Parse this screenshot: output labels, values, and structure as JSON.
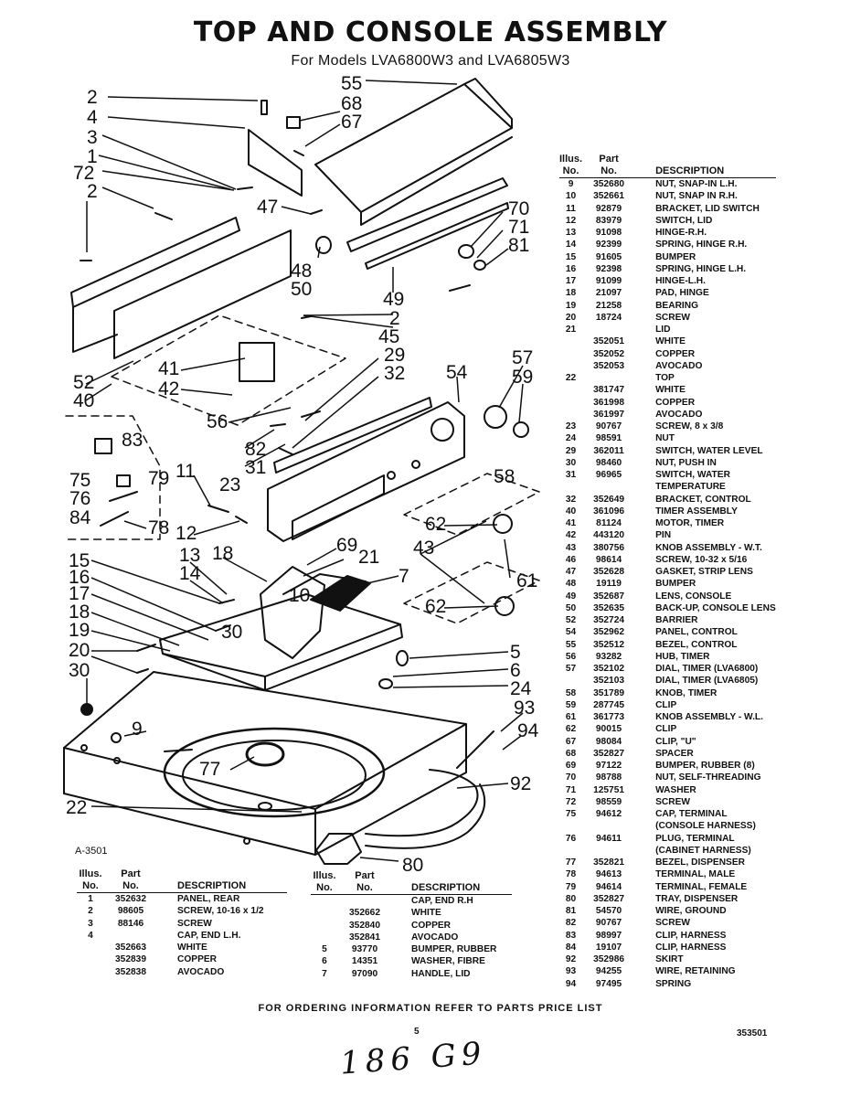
{
  "title": "TOP AND CONSOLE ASSEMBLY",
  "subtitle": "For Models LVA6800W3 and LVA6805W3",
  "figure_id": "A-3501",
  "footer_note": "FOR ORDERING INFORMATION REFER TO PARTS PRICE LIST",
  "page_number": "5",
  "doc_number": "353501",
  "handwritten": "186 G9",
  "diagram_labels": [
    "2",
    "4",
    "3",
    "1",
    "72",
    "2",
    "55",
    "68",
    "67",
    "47",
    "48",
    "50",
    "70",
    "71",
    "81",
    "49",
    "2",
    "45",
    "29",
    "32",
    "54",
    "57",
    "59",
    "58",
    "52",
    "40",
    "41",
    "42",
    "56",
    "83",
    "75",
    "76",
    "84",
    "79",
    "78",
    "11",
    "23",
    "12",
    "82",
    "31",
    "62",
    "43",
    "61",
    "62",
    "15",
    "16",
    "17",
    "18",
    "19",
    "20",
    "30",
    "13",
    "14",
    "18",
    "69",
    "21",
    "7",
    "10",
    "30",
    "5",
    "6",
    "24",
    "9",
    "93",
    "94",
    "77",
    "92",
    "22",
    "80"
  ],
  "parts_table_headers": {
    "illus_line1": "Illus.",
    "illus_line2": "No.",
    "part_line1": "Part",
    "part_line2": "No.",
    "description": "DESCRIPTION"
  },
  "parts_table_headers_lower": {
    "illus_line1": "Illus.",
    "illus_line2": "No.",
    "part_line1": "Part",
    "part_line2": "No.",
    "description": "DESCRIPTION"
  },
  "parts_table_headers_middle": {
    "illus_line1": "Illus.",
    "illus_line2": "No.",
    "part_line1": "Part",
    "part_line2": "No.",
    "description": "DESCRIPTION"
  },
  "parts_right": [
    [
      "9",
      "352680",
      "NUT, SNAP-IN L.H."
    ],
    [
      "10",
      "352661",
      "NUT, SNAP IN R.H."
    ],
    [
      "11",
      "92879",
      "BRACKET, LID SWITCH"
    ],
    [
      "12",
      "83979",
      "SWITCH, LID"
    ],
    [
      "13",
      "91098",
      "HINGE-R.H."
    ],
    [
      "14",
      "92399",
      "SPRING, HINGE R.H."
    ],
    [
      "15",
      "91605",
      "BUMPER"
    ],
    [
      "16",
      "92398",
      "SPRING, HINGE L.H."
    ],
    [
      "17",
      "91099",
      "HINGE-L.H."
    ],
    [
      "18",
      "21097",
      "PAD, HINGE"
    ],
    [
      "19",
      "21258",
      "BEARING"
    ],
    [
      "20",
      "18724",
      "SCREW"
    ],
    [
      "21",
      "",
      "LID"
    ],
    [
      "",
      "352051",
      "WHITE"
    ],
    [
      "",
      "352052",
      "COPPER"
    ],
    [
      "",
      "352053",
      "AVOCADO"
    ],
    [
      "22",
      "",
      "TOP"
    ],
    [
      "",
      "381747",
      "WHITE"
    ],
    [
      "",
      "361998",
      "COPPER"
    ],
    [
      "",
      "361997",
      "AVOCADO"
    ],
    [
      "23",
      "90767",
      "SCREW, 8 x 3/8"
    ],
    [
      "24",
      "98591",
      "NUT"
    ],
    [
      "29",
      "362011",
      "SWITCH, WATER LEVEL"
    ],
    [
      "30",
      "98460",
      "NUT, PUSH IN"
    ],
    [
      "31",
      "96965",
      "SWITCH, WATER"
    ],
    [
      "",
      "",
      "TEMPERATURE"
    ],
    [
      "32",
      "352649",
      "BRACKET, CONTROL"
    ],
    [
      "40",
      "361096",
      "TIMER ASSEMBLY"
    ],
    [
      "41",
      "81124",
      "MOTOR, TIMER"
    ],
    [
      "42",
      "443120",
      "PIN"
    ],
    [
      "43",
      "380756",
      "KNOB ASSEMBLY - W.T."
    ],
    [
      "46",
      "98614",
      "SCREW, 10-32 x 5/16"
    ],
    [
      "47",
      "352628",
      "GASKET, STRIP LENS"
    ],
    [
      "48",
      "19119",
      "BUMPER"
    ],
    [
      "49",
      "352687",
      "LENS, CONSOLE"
    ],
    [
      "50",
      "352635",
      "BACK-UP, CONSOLE LENS"
    ],
    [
      "52",
      "352724",
      "BARRIER"
    ],
    [
      "54",
      "352962",
      "PANEL, CONTROL"
    ],
    [
      "55",
      "352512",
      "BEZEL, CONTROL"
    ],
    [
      "56",
      "93282",
      "HUB, TIMER"
    ],
    [
      "57",
      "352102",
      "DIAL, TIMER (LVA6800)"
    ],
    [
      "",
      "352103",
      "DIAL, TIMER (LVA6805)"
    ],
    [
      "58",
      "351789",
      "KNOB, TIMER"
    ],
    [
      "59",
      "287745",
      "CLIP"
    ],
    [
      "61",
      "361773",
      "KNOB ASSEMBLY - W.L."
    ],
    [
      "62",
      "90015",
      "CLIP"
    ],
    [
      "67",
      "98084",
      "CLIP, \"U\""
    ],
    [
      "68",
      "352827",
      "SPACER"
    ],
    [
      "69",
      "97122",
      "BUMPER, RUBBER (8)"
    ],
    [
      "70",
      "98788",
      "NUT, SELF-THREADING"
    ],
    [
      "71",
      "125751",
      "WASHER"
    ],
    [
      "72",
      "98559",
      "SCREW"
    ],
    [
      "75",
      "94612",
      "CAP, TERMINAL"
    ],
    [
      "",
      "",
      "(CONSOLE HARNESS)"
    ],
    [
      "76",
      "94611",
      "PLUG, TERMINAL"
    ],
    [
      "",
      "",
      "(CABINET HARNESS)"
    ],
    [
      "77",
      "352821",
      "BEZEL, DISPENSER"
    ],
    [
      "78",
      "94613",
      "TERMINAL, MALE"
    ],
    [
      "79",
      "94614",
      "TERMINAL, FEMALE"
    ],
    [
      "80",
      "352827",
      "TRAY, DISPENSER"
    ],
    [
      "81",
      "54570",
      "WIRE, GROUND"
    ],
    [
      "82",
      "90767",
      "SCREW"
    ],
    [
      "83",
      "98997",
      "CLIP, HARNESS"
    ],
    [
      "84",
      "19107",
      "CLIP, HARNESS"
    ],
    [
      "92",
      "352986",
      "SKIRT"
    ],
    [
      "93",
      "94255",
      "WIRE, RETAINING"
    ],
    [
      "94",
      "97495",
      "SPRING"
    ]
  ],
  "parts_left": [
    [
      "1",
      "352632",
      "PANEL, REAR"
    ],
    [
      "2",
      "98605",
      "SCREW, 10-16 x 1/2"
    ],
    [
      "3",
      "88146",
      "SCREW"
    ],
    [
      "4",
      "",
      "CAP, END L.H."
    ],
    [
      "",
      "352663",
      "WHITE"
    ],
    [
      "",
      "352839",
      "COPPER"
    ],
    [
      "",
      "352838",
      "AVOCADO"
    ]
  ],
  "parts_middle": [
    [
      "",
      "",
      "CAP, END R.H"
    ],
    [
      "",
      "352662",
      "WHITE"
    ],
    [
      "",
      "352840",
      "COPPER"
    ],
    [
      "",
      "352841",
      "AVOCADO"
    ],
    [
      "5",
      "93770",
      "BUMPER, RUBBER"
    ],
    [
      "6",
      "14351",
      "WASHER, FIBRE"
    ],
    [
      "7",
      "97090",
      "HANDLE, LID"
    ]
  ]
}
